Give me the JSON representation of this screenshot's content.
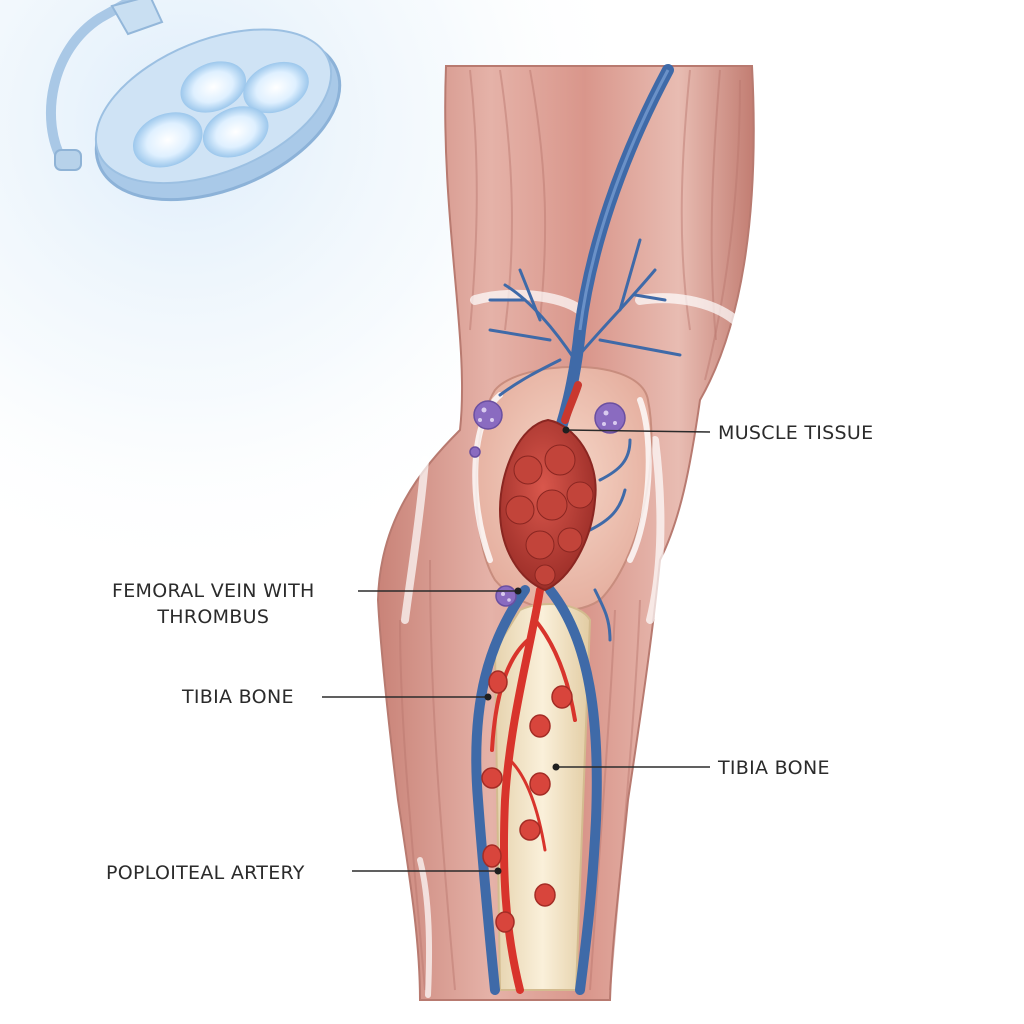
{
  "labels": {
    "muscle_tissue": "MUSCLE TISSUE",
    "femoral_vein_line1": "FEMORAL VEIN WITH",
    "femoral_vein_line2": "THROMBUS",
    "tibia_bone_left": "TIBIA BONE",
    "tibia_bone_right": "TIBIA BONE",
    "popliteal_artery": "POPLOITEAL ARTERY"
  },
  "colors": {
    "muscle": "#d99a8f",
    "muscle_dark": "#b86f66",
    "muscle_light": "#efc9c0",
    "vein": "#3f6aa8",
    "artery": "#d8342c",
    "thrombus": "#b93a32",
    "bone": "#f3e6c8",
    "cell": "#8a6bc0",
    "lamp": "#bcd6ee"
  }
}
